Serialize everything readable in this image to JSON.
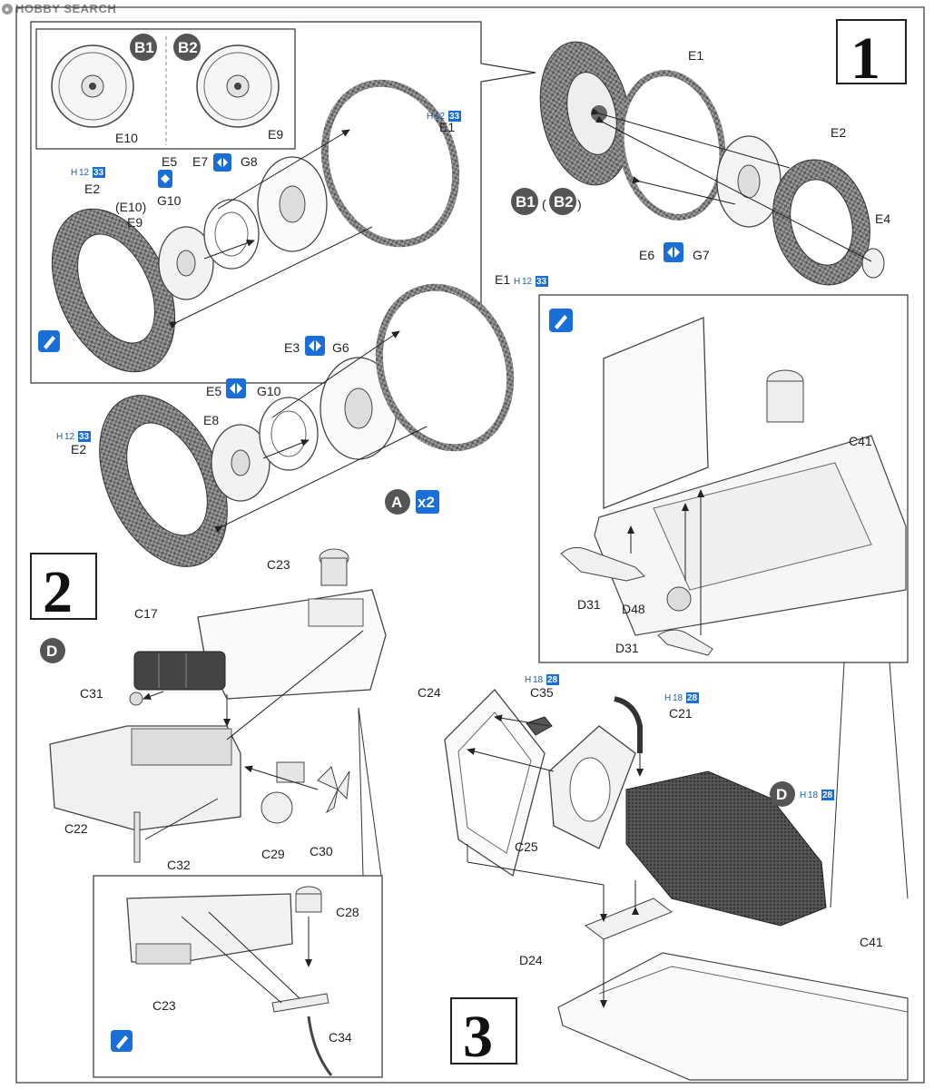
{
  "watermark": "HOBBY SEARCH",
  "colors": {
    "accent": "#1a6fd6",
    "ink": "#222222",
    "badge": "#555555"
  },
  "steps": [
    {
      "number": "1"
    },
    {
      "number": "2"
    },
    {
      "number": "3"
    }
  ],
  "step1": {
    "inset_labels": {
      "E10_top": "E10",
      "E9_top": "E9",
      "E5": "E5",
      "E7": "E7",
      "G8": "G8",
      "G10": "G10",
      "E10_paren": "(E10)",
      "E9": "E9",
      "E2": "E2",
      "E1": "E1"
    },
    "inset_badges": {
      "b1": "B1",
      "b2": "B2"
    },
    "assembly_labels": {
      "E1": "E1",
      "E2": "E2",
      "E4": "E4",
      "E6": "E6",
      "G7": "G7",
      "B1": "B1",
      "B2": "B2"
    },
    "lower_labels": {
      "E1": "E1",
      "E3": "E3",
      "G6": "G6",
      "E5": "E5",
      "G10": "G10",
      "E8": "E8",
      "E2": "E2"
    },
    "qty_badge": {
      "letter": "A",
      "count": "x2"
    }
  },
  "step2": {
    "labels": {
      "C23": "C23",
      "C17": "C17",
      "C31": "C31",
      "C22": "C22",
      "C32": "C32",
      "C29": "C29",
      "C30": "C30",
      "C28": "C28",
      "C23b": "C23",
      "C34": "C34"
    },
    "badge": "D"
  },
  "step3": {
    "labels": {
      "C41_top": "C41",
      "D31_a": "D31",
      "D48": "D48",
      "D31_b": "D31",
      "C24": "C24",
      "C35": "C35",
      "C21": "C21",
      "C25": "C25",
      "D24": "D24",
      "C41_bottom": "C41"
    },
    "badge": "D"
  },
  "paint_codes": [
    {
      "prefix": "H",
      "num1": "12",
      "num2": "33"
    },
    {
      "prefix": "H",
      "num1": "18",
      "num2": "28"
    }
  ]
}
